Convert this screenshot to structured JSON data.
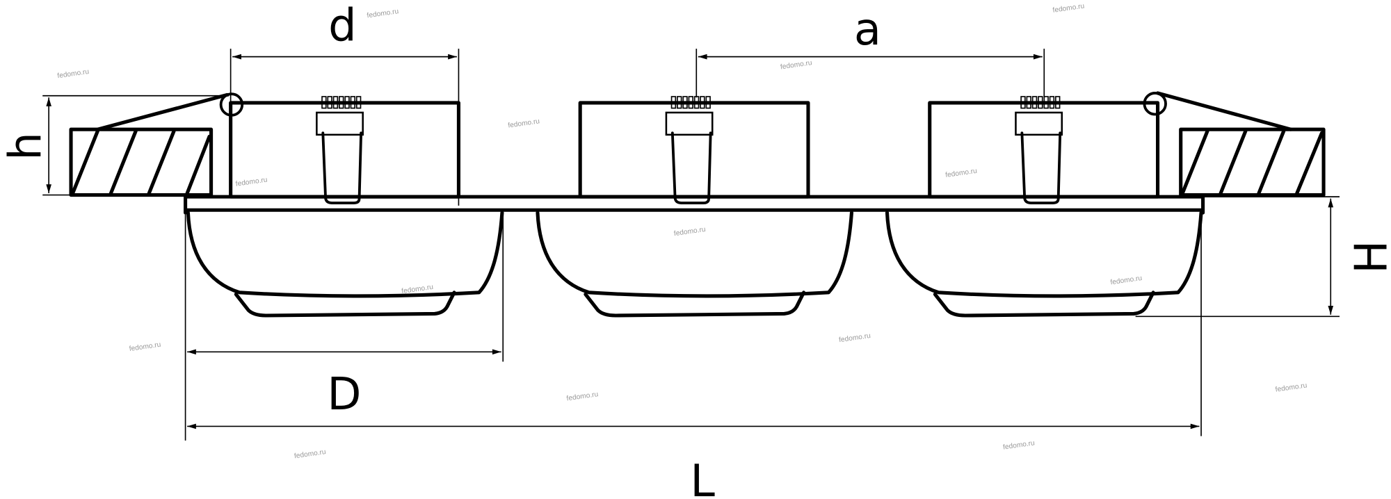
{
  "diagram": {
    "dimensions": {
      "d": "d",
      "a": "a",
      "h": "h",
      "H": "H",
      "D": "D",
      "L": "L"
    },
    "watermark": "fedomo.ru",
    "colors": {
      "line": "#000000",
      "watermark": "#9a9a9a",
      "background": "#ffffff"
    }
  }
}
